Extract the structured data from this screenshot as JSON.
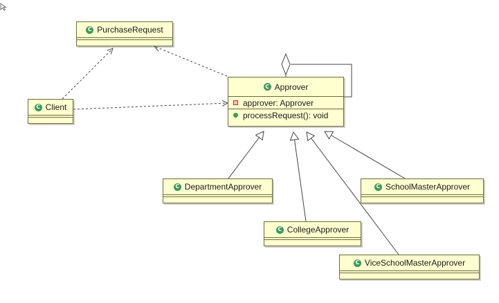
{
  "diagram": {
    "classes": {
      "purchase_request": {
        "name": "PurchaseRequest"
      },
      "client": {
        "name": "Client"
      },
      "approver": {
        "name": "Approver",
        "attribute": "approver: Approver",
        "method": "processRequest(): void"
      },
      "department_approver": {
        "name": "DepartmentApprover"
      },
      "college_approver": {
        "name": "CollegeApprover"
      },
      "vice_school_master_approver": {
        "name": "ViceSchoolMasterApprover"
      },
      "school_master_approver": {
        "name": "SchoolMasterApprover"
      }
    },
    "colors": {
      "class_fill": "#ffffd0",
      "class_border": "#6b6b38",
      "class_icon": "#3a9a5a",
      "line": "#444444"
    },
    "icons": {
      "class": "class-c-icon",
      "private_field": "private-field-icon",
      "public_method": "public-method-icon"
    }
  }
}
